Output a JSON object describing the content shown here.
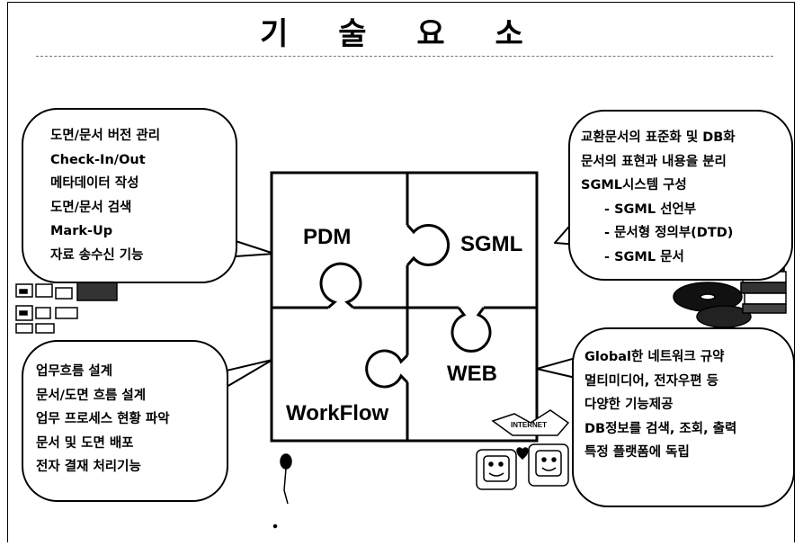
{
  "title": "기 술 요 소",
  "puzzle": {
    "pdm": "PDM",
    "sgml": "SGML",
    "workflow": "WorkFlow",
    "web": "WEB"
  },
  "pdm_bubble": {
    "items": [
      "도면/문서 버전 관리",
      "Check-In/Out",
      "메타데이터 작성",
      "도면/문서 검색",
      "Mark-Up",
      "자료 송수신 기능"
    ]
  },
  "sgml_bubble": {
    "items": [
      "교환문서의 표준화 및 DB화",
      "문서의 표현과 내용을 분리",
      "SGML시스템 구성",
      "- SGML 선언부",
      "- 문서형 정의부(DTD)",
      "- SGML 문서"
    ]
  },
  "workflow_bubble": {
    "items": [
      "업무흐름 설계",
      "문서/도면 흐름 설계",
      "업무 프로세스 현황 파악",
      "문서 및 도면 배포",
      "전자 결재 처리기능"
    ]
  },
  "web_bubble": {
    "items": [
      "Global한 네트워크 규약",
      "멀티미디어, 전자우편 등",
      "다양한 기능제공",
      "DB정보를 검색, 조회, 출력",
      "특정 플랫폼에 독립"
    ]
  },
  "clipart": {
    "internet_sign": "INTERNET"
  }
}
